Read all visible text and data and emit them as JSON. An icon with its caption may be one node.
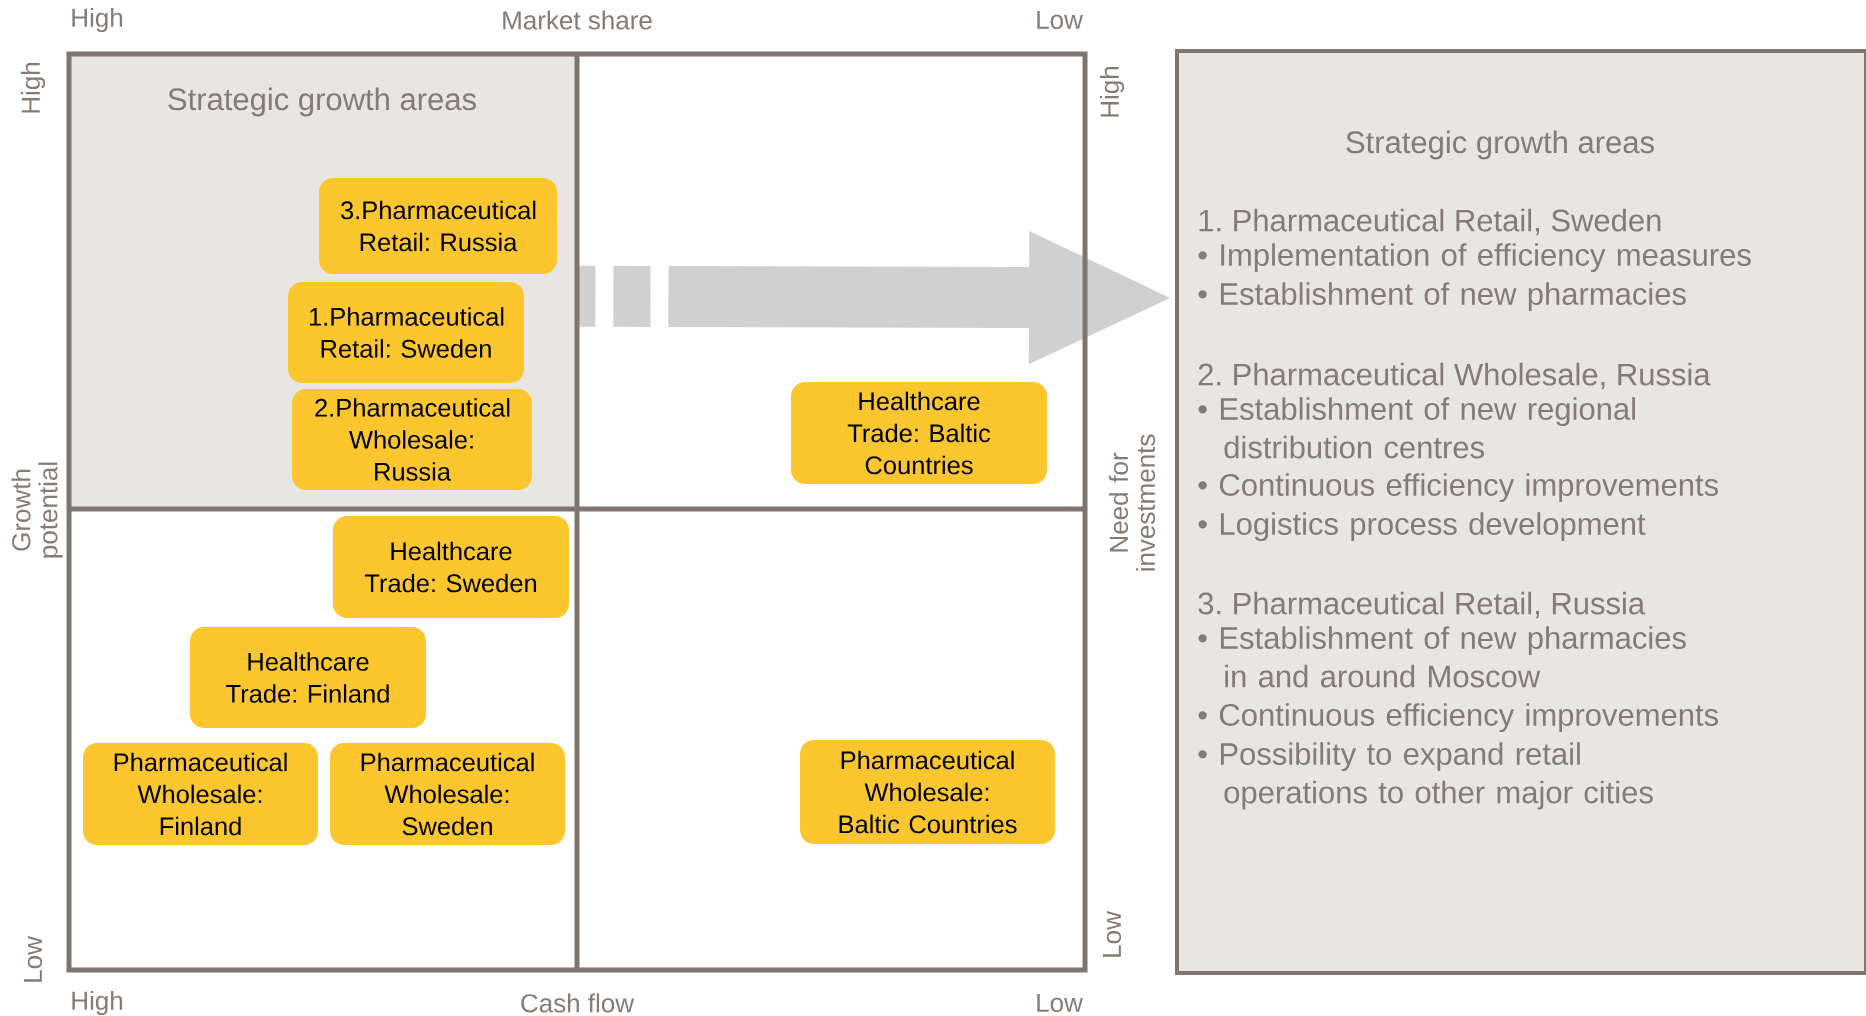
{
  "diagram": {
    "nodes": [
      {
        "text": [
          "Strategic growth areas"
        ]
      },
      {
        "text": [
          "3.Pharmaceutical Retail: Russia"
        ],
        "in": 0
      },
      {
        "text": [
          "1.Pharmaceutical Retail: Sweden"
        ],
        "in": 0
      },
      {
        "text": [
          "2.Pharmaceutical Wholesale: Russia"
        ],
        "in": 0
      },
      {
        "text": [
          "Healthcare Trade: Baltic Countries"
        ]
      },
      {
        "text": [
          "Healthcare Trade: Sweden"
        ]
      },
      {
        "text": [
          "Healthcare Trade: Finland"
        ]
      },
      {
        "text": [
          "Pharmaceutical Wholesale: Finland"
        ]
      },
      {
        "text": [
          "Pharmaceutical Wholesale: Sweden"
        ]
      },
      {
        "text": [
          "Pharmaceutical Wholesale: Baltic Countries"
        ]
      },
      {
        "text": [
          "Strategic growth areas",
          "1. Pharmaceutical Retail, Sweden",
          "• Implementation of efficiency measures",
          "• Establishment of new pharmacies",
          "2. Pharmaceutical Wholesale, Russia",
          "• Establishment of new regional distribution centres",
          "• Continuous efficiency improvements",
          "• Logistics process development",
          "3. Pharmaceutical Retail, Russia",
          "• Establishment of new pharmacies in and around Moscow",
          "• Continuous efficiency improvements",
          "• Possibility to expand retail operations to other major cities"
        ]
      }
    ],
    "edges": [
      {
        "from": 0,
        "to": 10,
        "arrow": "to",
        "style": "dashed",
        "color": "#d0d0d0"
      }
    ],
    "labels": [
      "High",
      "Market share",
      "Low",
      "High",
      "Growth potential",
      "Low",
      "High",
      "Cash flow",
      "Low",
      "High",
      "Need for investments",
      "Low"
    ]
  }
}
